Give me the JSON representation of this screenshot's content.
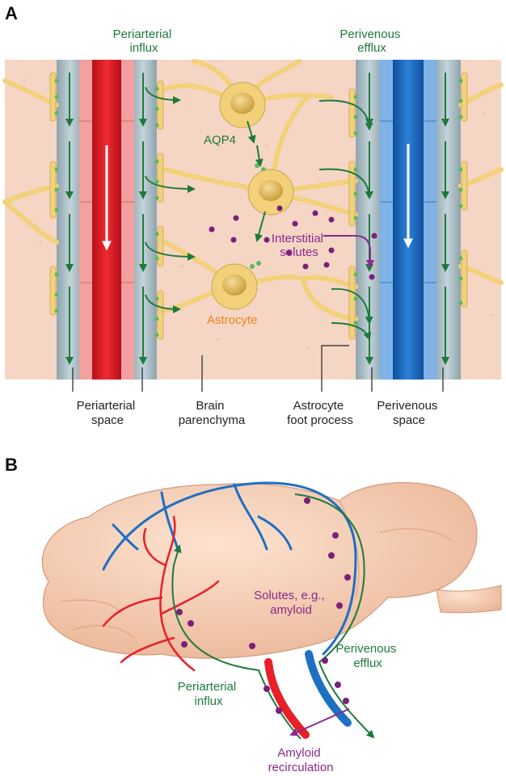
{
  "panel_a": {
    "letter": "A",
    "periarterial_influx": [
      "Periarterial",
      "influx"
    ],
    "perivenous_efflux": [
      "Perivenous",
      "efflux"
    ],
    "aqp4": "AQP4",
    "interstitial_solutes": [
      "Interstitial",
      "solutes"
    ],
    "astrocyte": "Astrocyte",
    "bottom_labels": {
      "periarterial_space": [
        "Periarterial",
        "space"
      ],
      "brain_parenchyma": [
        "Brain",
        "parenchyma"
      ],
      "astrocyte_foot_process": [
        "Astrocyte",
        "foot process"
      ],
      "perivenous_space": [
        "Perivenous",
        "space"
      ]
    }
  },
  "panel_b": {
    "letter": "B",
    "solutes": [
      "Solutes, e.g.,",
      "amyloid"
    ],
    "perivenous_efflux": [
      "Perivenous",
      "efflux"
    ],
    "periarterial_influx": [
      "Periarterial",
      "influx"
    ],
    "amyloid_recirculation": [
      "Amyloid",
      "recirculation"
    ]
  },
  "colors": {
    "artery": "#e8202a",
    "vein": "#1f6fc4",
    "perivascular": "#a9bcc4",
    "astrocyte": "#f2d17a",
    "aqp4": "#5cb85c",
    "flow_arrow": "#1e7a3c",
    "solute": "#7b1f7b",
    "tissue": "#f5d6c4",
    "brain": "#f6c9ab"
  }
}
